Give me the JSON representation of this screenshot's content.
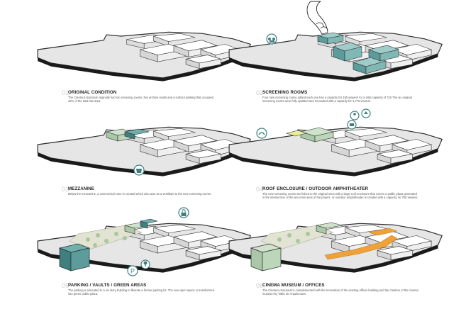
{
  "panels": [
    {
      "number": "01",
      "title": "ORIGINAL CONDITION",
      "body": "The Cineteca Nacional originally had six screening rooms, five archive vaults and a surface parking that occupied 42% of the total site area."
    },
    {
      "number": "02",
      "title": "SCREENING ROOMS",
      "body": "Four new screening rooms added each one has a capacity for 180 viewers for a total capacity of 720.The six original screening rooms were fully updated and renovated with a capacity for 1,775 viewers."
    },
    {
      "number": "03",
      "title": "MEZZANINE",
      "body": "Below the mezzanine, a commercial zone is created which also acts as a vestibule to the new screening rooms."
    },
    {
      "number": "04",
      "title": "ROOF ENCLOSURE / OUTDOOR AMPHITHEATER",
      "body": "The new screening rooms are linked to the original ones with a large roof enclosure that covers a public plaza generated in the intersection of the two main axes of the project. An outdoor amphitheater is created with a capacity for 750 viewers."
    },
    {
      "number": "05",
      "title": "PARKING / VAULTS / GREEN AREAS",
      "body": "The parking is relocated to a six story building to liberate a former parking lot. The new open space is transformed into green public plaza."
    },
    {
      "number": "06",
      "title": "CINEMA MUSEUM / OFFICES",
      "body": "The Cineteca Nacional is complemented with the renovation of the existing offices building and the creation of the cinema museum by Taller de Arquitectura."
    }
  ],
  "icons": {
    "parking_letter": "P"
  },
  "colors": {
    "teal": "#6fb0ad",
    "teal_dark": "#3f7f80",
    "light_green": "#cfe2cc",
    "orange": "#f0a23a",
    "plaza": "#e3e3d3",
    "base_gray": "#e6e6e6",
    "outline": "#2b2b2b"
  }
}
